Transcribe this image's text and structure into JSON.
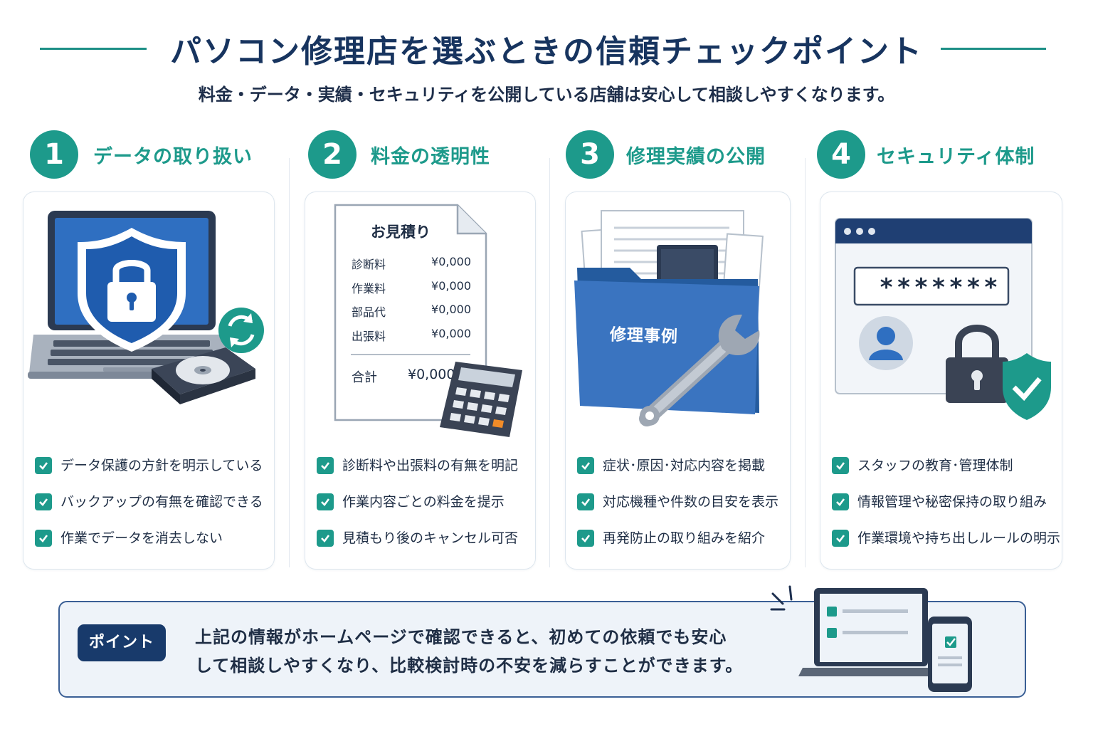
{
  "header": {
    "title": "パソコン修理店を選ぶときの信頼チェックポイント",
    "subtitle": "料金・データ・実績・セキュリティを公開している店舗は安心して相談しやすくなります。"
  },
  "colors": {
    "teal": "#1d9a8b",
    "navy": "#17345f",
    "blue": "#2f6fc1",
    "orange": "#f28c28"
  },
  "sections": [
    {
      "number": "1",
      "title": "データの取り扱い",
      "icon": "laptop-shield-lock-icon",
      "checks": [
        "データ保護の方針を明示している",
        "バックアップの有無を確認できる",
        "作業でデータを消去しない"
      ]
    },
    {
      "number": "2",
      "title": "料金の透明性",
      "icon": "estimate-calculator-icon",
      "estimate": {
        "heading": "お見積り",
        "rows": [
          {
            "label": "診断料",
            "value": "¥0,000"
          },
          {
            "label": "作業料",
            "value": "¥0,000"
          },
          {
            "label": "部品代",
            "value": "¥0,000"
          },
          {
            "label": "出張料",
            "value": "¥0,000"
          }
        ],
        "total_label": "合計",
        "total_value": "¥0,000"
      },
      "checks": [
        "診断料や出張料の有無を明記",
        "作業内容ごとの料金を提示",
        "見積もり後のキャンセル可否"
      ]
    },
    {
      "number": "3",
      "title": "修理実績の公開",
      "icon": "folder-wrench-icon",
      "folder_label": "修理事例",
      "checks": [
        "症状･原因･対応内容を掲載",
        "対応機種や件数の目安を表示",
        "再発防止の取り組みを紹介"
      ]
    },
    {
      "number": "4",
      "title": "セキュリティ体制",
      "icon": "login-security-icon",
      "password_mask": "*******",
      "checks": [
        "スタッフの教育･管理体制",
        "情報管理や秘密保持の取り組み",
        "作業環境や持ち出しルールの明示"
      ]
    }
  ],
  "point": {
    "badge": "ポイント",
    "line1": "上記の情報がホームページで確認できると、初めての依頼でも安心",
    "line2": "して相談しやすくなり、比較検討時の不安を減らすことができます。"
  }
}
